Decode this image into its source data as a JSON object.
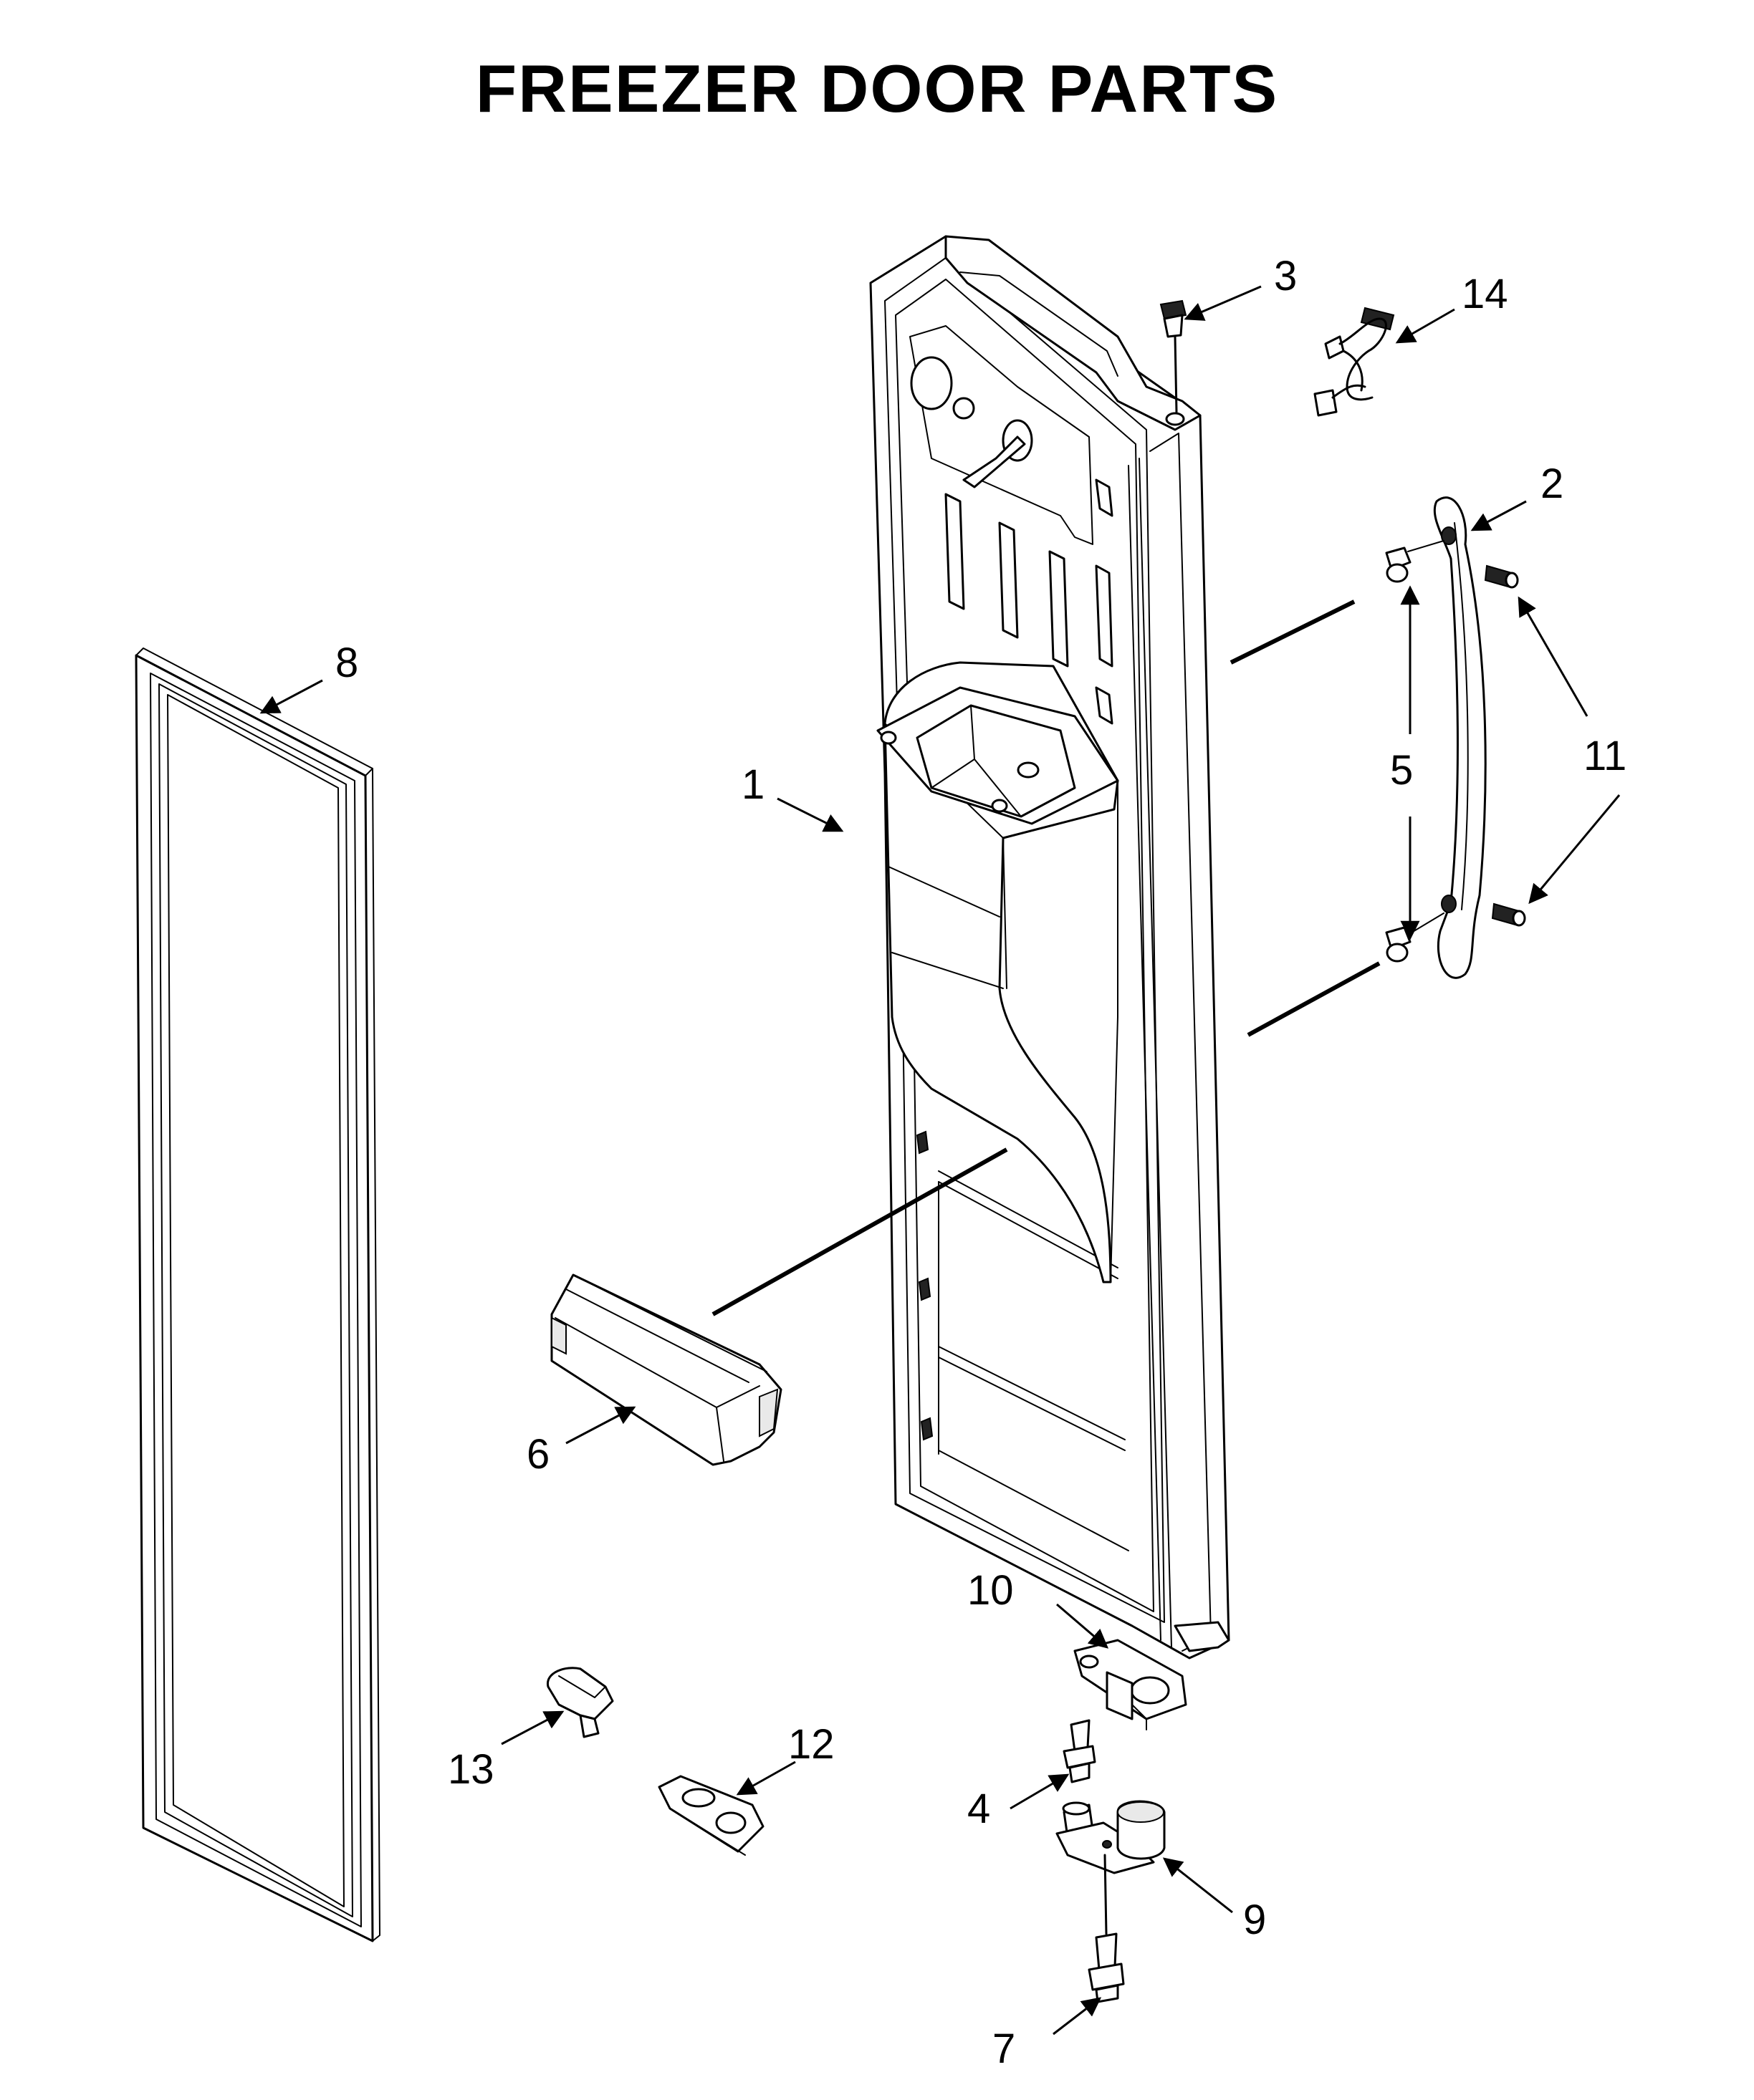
{
  "title": "FREEZER DOOR PARTS",
  "callouts": {
    "c1": "1",
    "c2": "2",
    "c3": "3",
    "c4": "4",
    "c5": "5",
    "c6": "6",
    "c7": "7",
    "c8": "8",
    "c9": "9",
    "c10": "10",
    "c11": "11",
    "c12": "12",
    "c13": "13",
    "c14": "14"
  }
}
